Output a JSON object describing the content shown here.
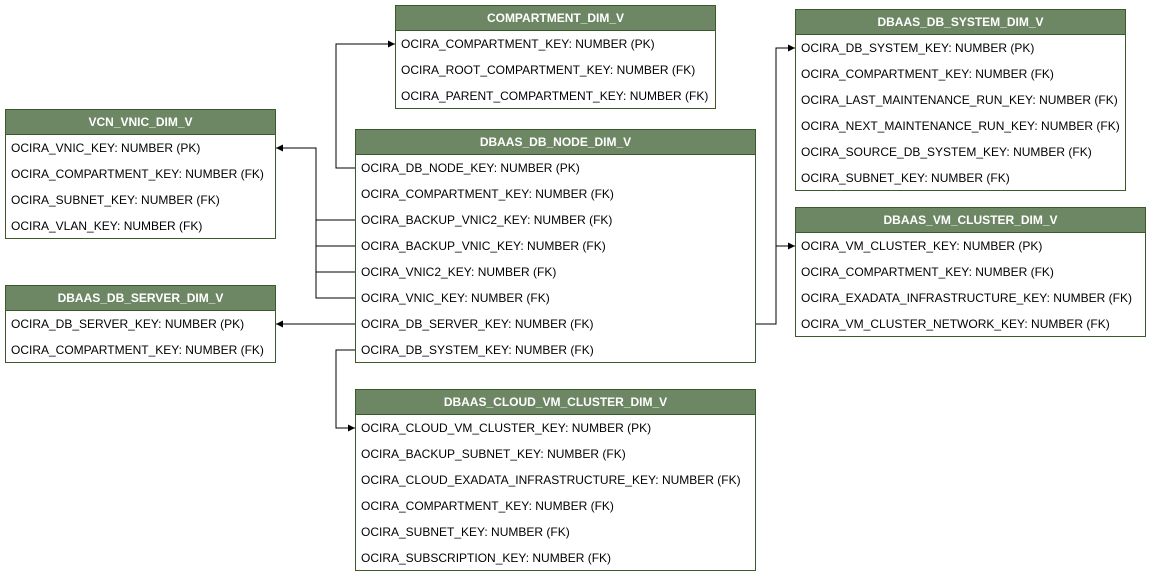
{
  "colors": {
    "header_fill": "#6d8764",
    "border": "#3b5a2c",
    "header_text": "#ffffff",
    "connector": "#000000"
  },
  "tables": {
    "compartment": {
      "title": "COMPARTMENT_DIM_V",
      "rows": [
        "OCIRA_COMPARTMENT_KEY: NUMBER (PK)",
        "OCIRA_ROOT_COMPARTMENT_KEY: NUMBER (FK)",
        "OCIRA_PARENT_COMPARTMENT_KEY: NUMBER (FK)"
      ]
    },
    "db_system": {
      "title": "DBAAS_DB_SYSTEM_DIM_V",
      "rows": [
        "OCIRA_DB_SYSTEM_KEY: NUMBER (PK)",
        "OCIRA_COMPARTMENT_KEY: NUMBER (FK)",
        "OCIRA_LAST_MAINTENANCE_RUN_KEY: NUMBER (FK)",
        "OCIRA_NEXT_MAINTENANCE_RUN_KEY: NUMBER (FK)",
        "OCIRA_SOURCE_DB_SYSTEM_KEY: NUMBER (FK)",
        "OCIRA_SUBNET_KEY: NUMBER (FK)"
      ]
    },
    "vnic": {
      "title": "VCN_VNIC_DIM_V",
      "rows": [
        "OCIRA_VNIC_KEY: NUMBER (PK)",
        "OCIRA_COMPARTMENT_KEY: NUMBER (FK)",
        "OCIRA_SUBNET_KEY: NUMBER (FK)",
        "OCIRA_VLAN_KEY: NUMBER (FK)"
      ]
    },
    "db_node": {
      "title": "DBAAS_DB_NODE_DIM_V",
      "rows": [
        "OCIRA_DB_NODE_KEY: NUMBER (PK)",
        "OCIRA_COMPARTMENT_KEY: NUMBER (FK)",
        "OCIRA_BACKUP_VNIC2_KEY: NUMBER (FK)",
        "OCIRA_BACKUP_VNIC_KEY: NUMBER (FK)",
        "OCIRA_VNIC2_KEY: NUMBER (FK)",
        "OCIRA_VNIC_KEY: NUMBER (FK)",
        "OCIRA_DB_SERVER_KEY: NUMBER (FK)",
        "OCIRA_DB_SYSTEM_KEY: NUMBER (FK)"
      ]
    },
    "vm_cluster": {
      "title": "DBAAS_VM_CLUSTER_DIM_V",
      "rows": [
        "OCIRA_VM_CLUSTER_KEY: NUMBER (PK)",
        "OCIRA_COMPARTMENT_KEY: NUMBER (FK)",
        "OCIRA_EXADATA_INFRASTRUCTURE_KEY: NUMBER (FK)",
        "OCIRA_VM_CLUSTER_NETWORK_KEY: NUMBER (FK)"
      ]
    },
    "db_server": {
      "title": "DBAAS_DB_SERVER_DIM_V",
      "rows": [
        "OCIRA_DB_SERVER_KEY: NUMBER (PK)",
        "OCIRA_COMPARTMENT_KEY: NUMBER (FK)"
      ]
    },
    "cloud_vm_cluster": {
      "title": "DBAAS_CLOUD_VM_CLUSTER_DIM_V",
      "rows": [
        "OCIRA_CLOUD_VM_CLUSTER_KEY: NUMBER (PK)",
        "OCIRA_BACKUP_SUBNET_KEY: NUMBER (FK)",
        "OCIRA_CLOUD_EXADATA_INFRASTRUCTURE_KEY: NUMBER (FK)",
        "OCIRA_COMPARTMENT_KEY: NUMBER (FK)",
        "OCIRA_SUBNET_KEY: NUMBER (FK)",
        "OCIRA_SUBSCRIPTION_KEY: NUMBER (FK)"
      ]
    }
  }
}
